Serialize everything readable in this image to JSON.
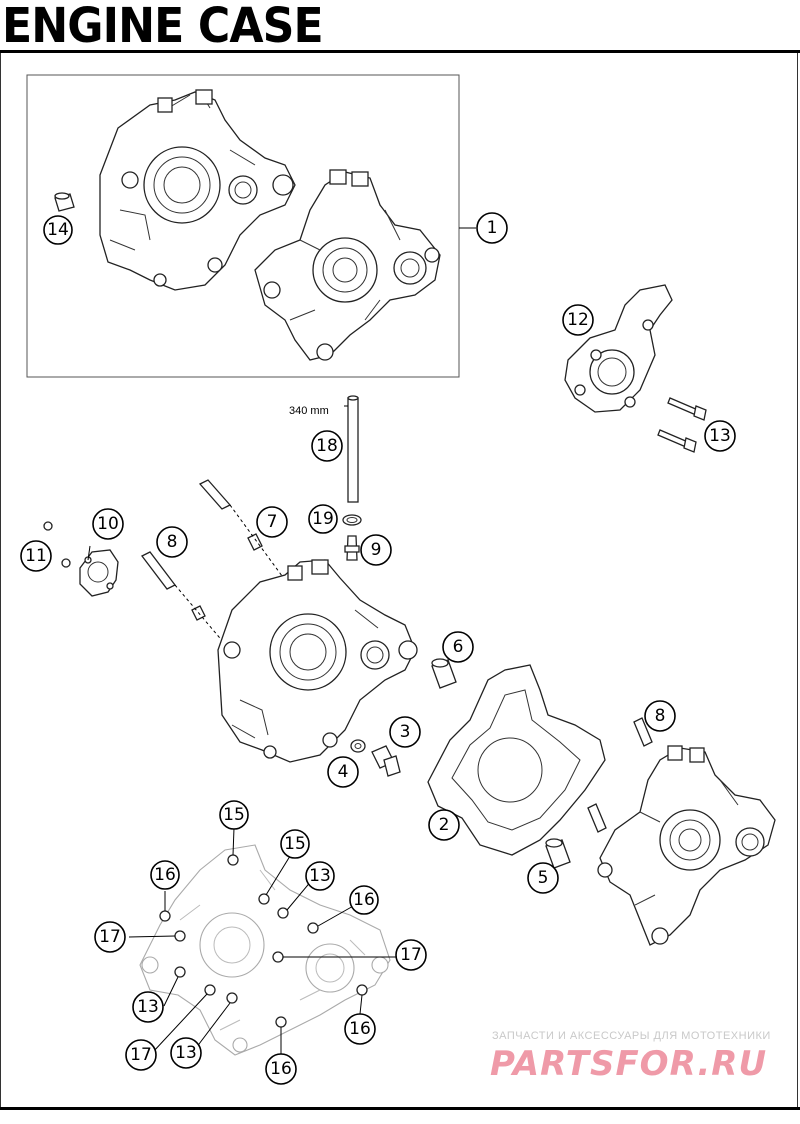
{
  "title": "ENGINE CASE",
  "dimension_label": "340 mm",
  "callouts": {
    "c1": "1",
    "c2": "2",
    "c3": "3",
    "c4": "4",
    "c5": "5",
    "c6": "6",
    "c7": "7",
    "c8a": "8",
    "c8b": "8",
    "c9": "9",
    "c10": "10",
    "c11": "11",
    "c12": "12",
    "c13a": "13",
    "c13b": "13",
    "c13c": "13",
    "c13d": "13",
    "c14": "14",
    "c15a": "15",
    "c15b": "15",
    "c16a": "16",
    "c16b": "16",
    "c16c": "16",
    "c16d": "16",
    "c17a": "17",
    "c17b": "17",
    "c17c": "17",
    "c18": "18",
    "c19": "19"
  },
  "watermark": {
    "line1": "ЗАПЧАСТИ И АКСЕССУАРЫ ДЛЯ МОТОТЕХНИКИ",
    "line2": "PARTSFOR.RU"
  }
}
